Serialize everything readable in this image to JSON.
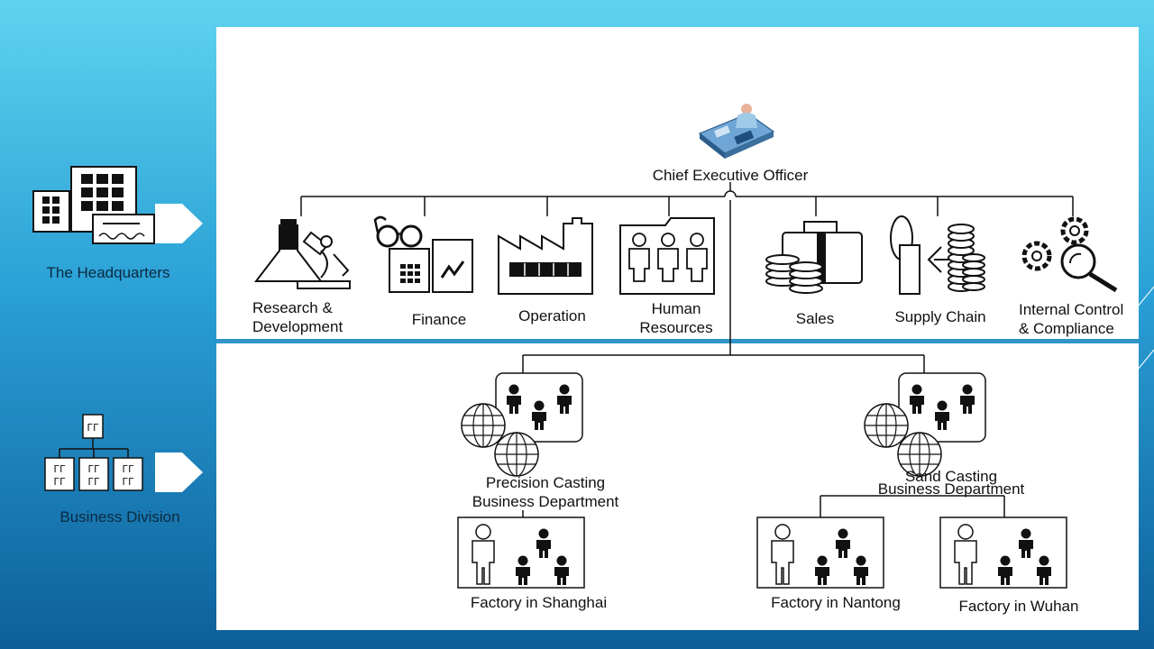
{
  "sidebar": {
    "headquarters": "The Headquarters",
    "business_division": "Business Division"
  },
  "ceo": "Chief Executive Officer",
  "departments": [
    {
      "line1": "Research &",
      "line2": "Development"
    },
    {
      "line1": "Finance",
      "line2": ""
    },
    {
      "line1": "Operation",
      "line2": ""
    },
    {
      "line1": "Human",
      "line2": "Resources"
    },
    {
      "line1": "Sales",
      "line2": ""
    },
    {
      "line1": "Supply Chain",
      "line2": ""
    },
    {
      "line1": "Internal Control",
      "line2": "& Compliance"
    }
  ],
  "business_departments": [
    {
      "line1": "Precision Casting",
      "line2": "Business Department"
    },
    {
      "line1": "Sand Casting",
      "line2": "Business Department"
    }
  ],
  "factories": [
    "Factory in Shanghai",
    "Factory in Nantong",
    "Factory in Wuhan"
  ],
  "colors": {
    "accent": "#2f95c9",
    "panel": "#ffffff",
    "line": "#111111"
  }
}
